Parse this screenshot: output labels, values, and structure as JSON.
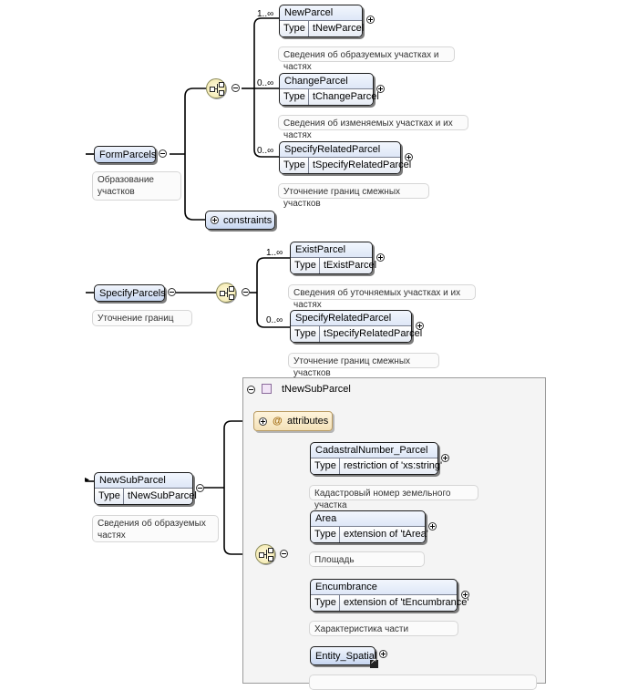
{
  "diagram1": {
    "root": {
      "name": "FormParcels",
      "doc": "Образование участков"
    },
    "children": [
      {
        "name": "NewParcel",
        "type_key": "Type",
        "type": "tNewParcel",
        "occurs": "1..∞",
        "doc": "Сведения об образуемых участках и частях"
      },
      {
        "name": "ChangeParcel",
        "type_key": "Type",
        "type": "tChangeParcel",
        "occurs": "0..∞",
        "doc": "Сведения об изменяемых участках и их частях"
      },
      {
        "name": "SpecifyRelatedParcel",
        "type_key": "Type",
        "type": "tSpecifyRelatedParcel",
        "occurs": "0..∞",
        "doc": "Уточнение границ смежных участков"
      }
    ],
    "group": {
      "name": "constraints"
    }
  },
  "diagram2": {
    "root": {
      "name": "SpecifyParcels",
      "doc": "Уточнение границ"
    },
    "children": [
      {
        "name": "ExistParcel",
        "type_key": "Type",
        "type": "tExistParcel",
        "occurs": "1..∞",
        "doc": "Сведения об уточняемых участках и их частях"
      },
      {
        "name": "SpecifyRelatedParcel",
        "type_key": "Type",
        "type": "tSpecifyRelatedParcel",
        "occurs": "0..∞",
        "doc": "Уточнение границ смежных участков"
      }
    ]
  },
  "diagram3": {
    "root": {
      "name": "NewSubParcel",
      "type_key": "Type",
      "type": "tNewSubParcel",
      "doc": "Сведения об образуемых частях"
    },
    "complex_type": {
      "name": "tNewSubParcel"
    },
    "attributes_label": "attributes",
    "attributes_symbol": "@",
    "children": [
      {
        "name": "CadastralNumber_Parcel",
        "type_key": "Type",
        "type": "restriction of 'xs:string'",
        "doc": "Кадастровый номер земельного участка"
      },
      {
        "name": "Area",
        "type_key": "Type",
        "type": "extension of 'tArea'",
        "doc": "Площадь"
      },
      {
        "name": "Encumbrance",
        "type_key": "Type",
        "type": "extension of 'tEncumbrance'",
        "doc": "Характеристика части"
      },
      {
        "name": "Entity_Spatial"
      }
    ]
  },
  "colors": {
    "element_fill": "#c7d6f0",
    "compositor_fill": "#f1e5a6",
    "attributes_fill": "#f3e1b8",
    "complex_type_panel": "#f4f4f4"
  }
}
